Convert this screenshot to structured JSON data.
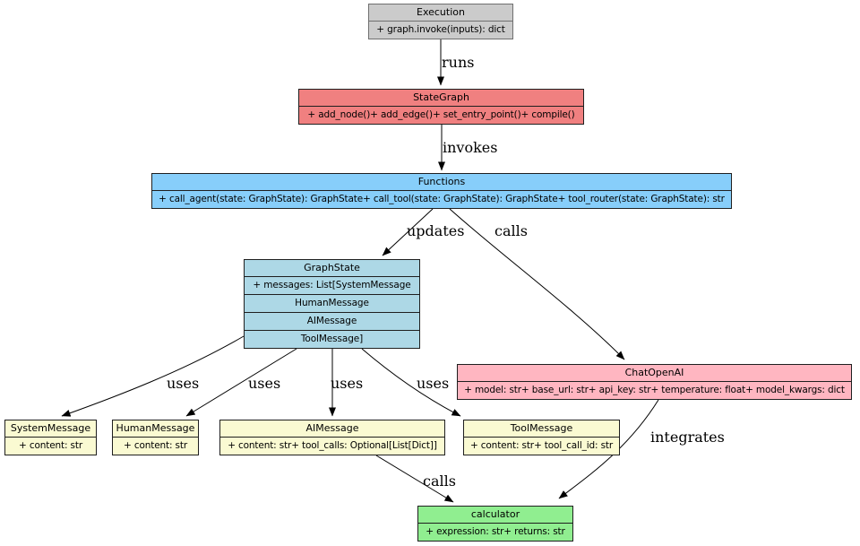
{
  "diagram": {
    "title": "LangGraph agent class diagram",
    "colors": {
      "execution_fill": "#cbcbcb",
      "stategraph_fill": "#f08080",
      "functions_fill": "#87cefa",
      "graphstate_fill": "#add8e6",
      "chatopenai_fill": "#ffb6c1",
      "message_fill": "#fafad2",
      "calculator_fill": "#90ee90",
      "border": "#1f1f1f",
      "edge": "#000000"
    },
    "nodes": {
      "execution": {
        "title": "Execution",
        "attrs": "+ graph.invoke(inputs): dict"
      },
      "stategraph": {
        "title": "StateGraph",
        "attrs": "+ add_node()+ add_edge()+ set_entry_point()+ compile()"
      },
      "functions": {
        "title": "Functions",
        "attrs": "+ call_agent(state: GraphState): GraphState+ call_tool(state: GraphState): GraphState+ tool_router(state: GraphState): str"
      },
      "graphstate": {
        "title": "GraphState",
        "rows": [
          "+ messages: List[SystemMessage",
          "HumanMessage",
          "AIMessage",
          "ToolMessage]"
        ]
      },
      "chatopenai": {
        "title": "ChatOpenAI",
        "attrs": "+ model: str+ base_url: str+ api_key: str+ temperature: float+ model_kwargs: dict"
      },
      "systemmessage": {
        "title": "SystemMessage",
        "attrs": "+ content: str"
      },
      "humanmessage": {
        "title": "HumanMessage",
        "attrs": "+ content: str"
      },
      "aimessage": {
        "title": "AIMessage",
        "attrs": "+ content: str+ tool_calls: Optional[List[Dict]]"
      },
      "toolmessage": {
        "title": "ToolMessage",
        "attrs": "+ content: str+ tool_call_id: str"
      },
      "calculator": {
        "title": "calculator",
        "attrs": "+ expression: str+ returns: str"
      }
    },
    "edge_labels": {
      "runs": "runs",
      "invokes": "invokes",
      "updates": "updates",
      "calls_model": "calls",
      "uses_system": "uses",
      "uses_human": "uses",
      "uses_ai": "uses",
      "uses_tool": "uses",
      "calls_tool": "calls",
      "integrates": "integrates"
    }
  }
}
